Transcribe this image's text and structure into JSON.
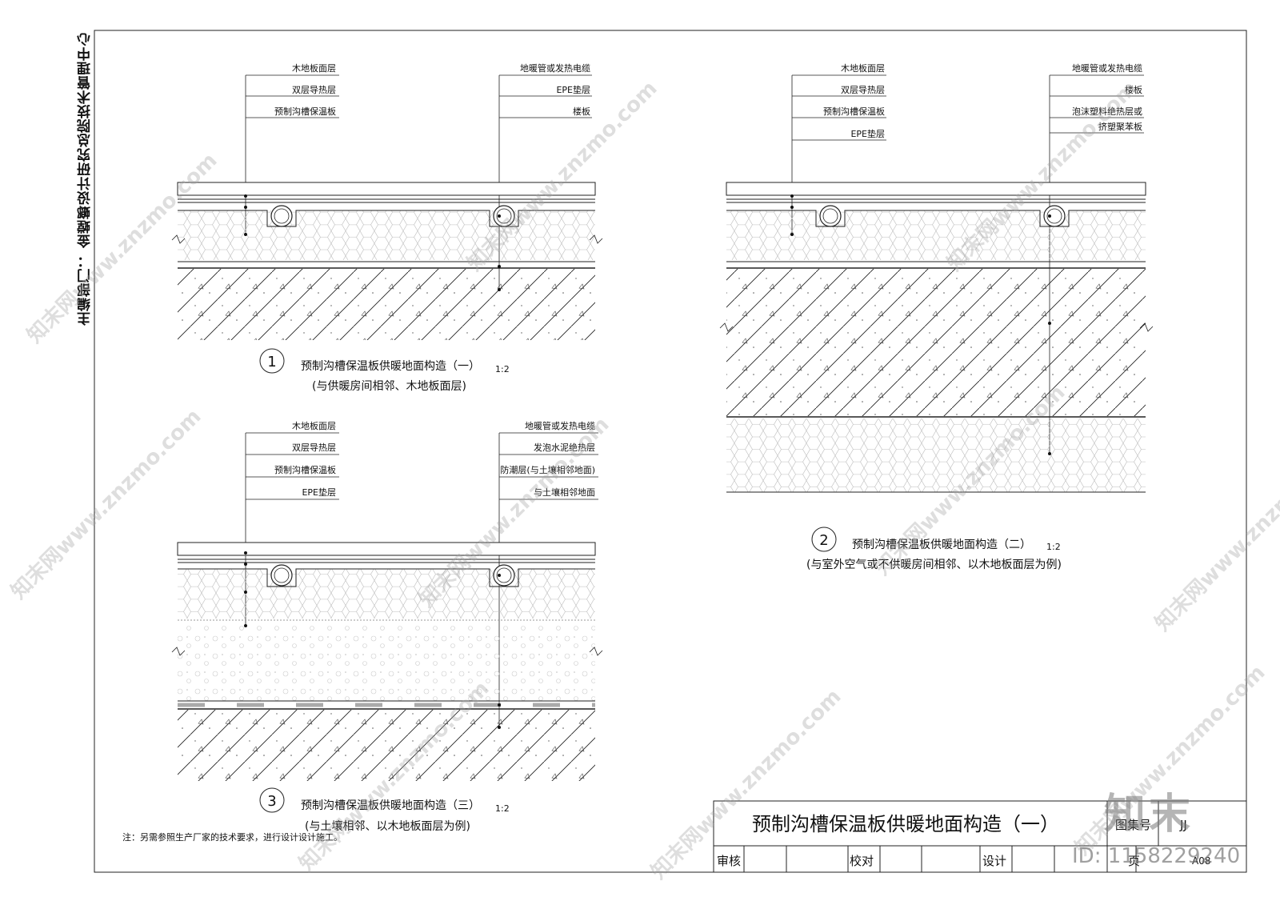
{
  "department": "主编部门：  金螳螂设计研究总院技术管理中心",
  "detail1": {
    "number": "1",
    "title": "预制沟槽保温板供暖地面构造（一）",
    "subtitle": "(与供暖房间相邻、木地板面层)",
    "scale": "1:2",
    "labels_left": [
      "木地板面层",
      "双层导热层",
      "预制沟槽保温板"
    ],
    "labels_right": [
      "地暖管或发热电缆",
      "EPE垫层",
      "楼板"
    ]
  },
  "detail2": {
    "number": "2",
    "title": "预制沟槽保温板供暖地面构造（二）",
    "subtitle": "(与室外空气或不供暖房间相邻、以木地板面层为例)",
    "scale": "1:2",
    "labels_left": [
      "木地板面层",
      "双层导热层",
      "预制沟槽保温板",
      "EPE垫层"
    ],
    "labels_right": [
      "地暖管或发热电缆",
      "楼板",
      "泡沫塑料绝热层或",
      "挤塑聚苯板"
    ]
  },
  "detail3": {
    "number": "3",
    "title": "预制沟槽保温板供暖地面构造（三）",
    "subtitle": "(与土壤相邻、以木地板面层为例)",
    "scale": "1:2",
    "labels_left": [
      "木地板面层",
      "双层导热层",
      "预制沟槽保温板",
      "EPE垫层"
    ],
    "labels_right": [
      "地暖管或发热电缆",
      "发泡水泥绝热层",
      "防潮层(与土壤相邻地面)",
      "与土壤相邻地面"
    ]
  },
  "note": "注：另需参照生产厂家的技术要求，进行设计设计施工。",
  "title_block": {
    "sheet_title": "预制沟槽保温板供暖地面构造（一）",
    "atlas_label": "图集号",
    "atlas_value": "JJ",
    "review": "审核",
    "check": "校对",
    "design": "设计",
    "page_label": "页",
    "page_value": "A08"
  },
  "watermark": {
    "text": "知末网www.znzmo.com",
    "brand": "知末",
    "id": "ID: 1158229240"
  }
}
